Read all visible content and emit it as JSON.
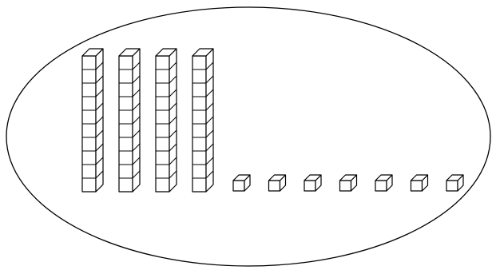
{
  "diagram": {
    "kind": "base-ten-blocks",
    "tens_rods": 4,
    "cubes_per_rod": 10,
    "unit_cubes": 7,
    "represented_value": 47,
    "stroke_color": "#000000",
    "fill_color": "#ffffff",
    "enclosure": "ellipse"
  }
}
